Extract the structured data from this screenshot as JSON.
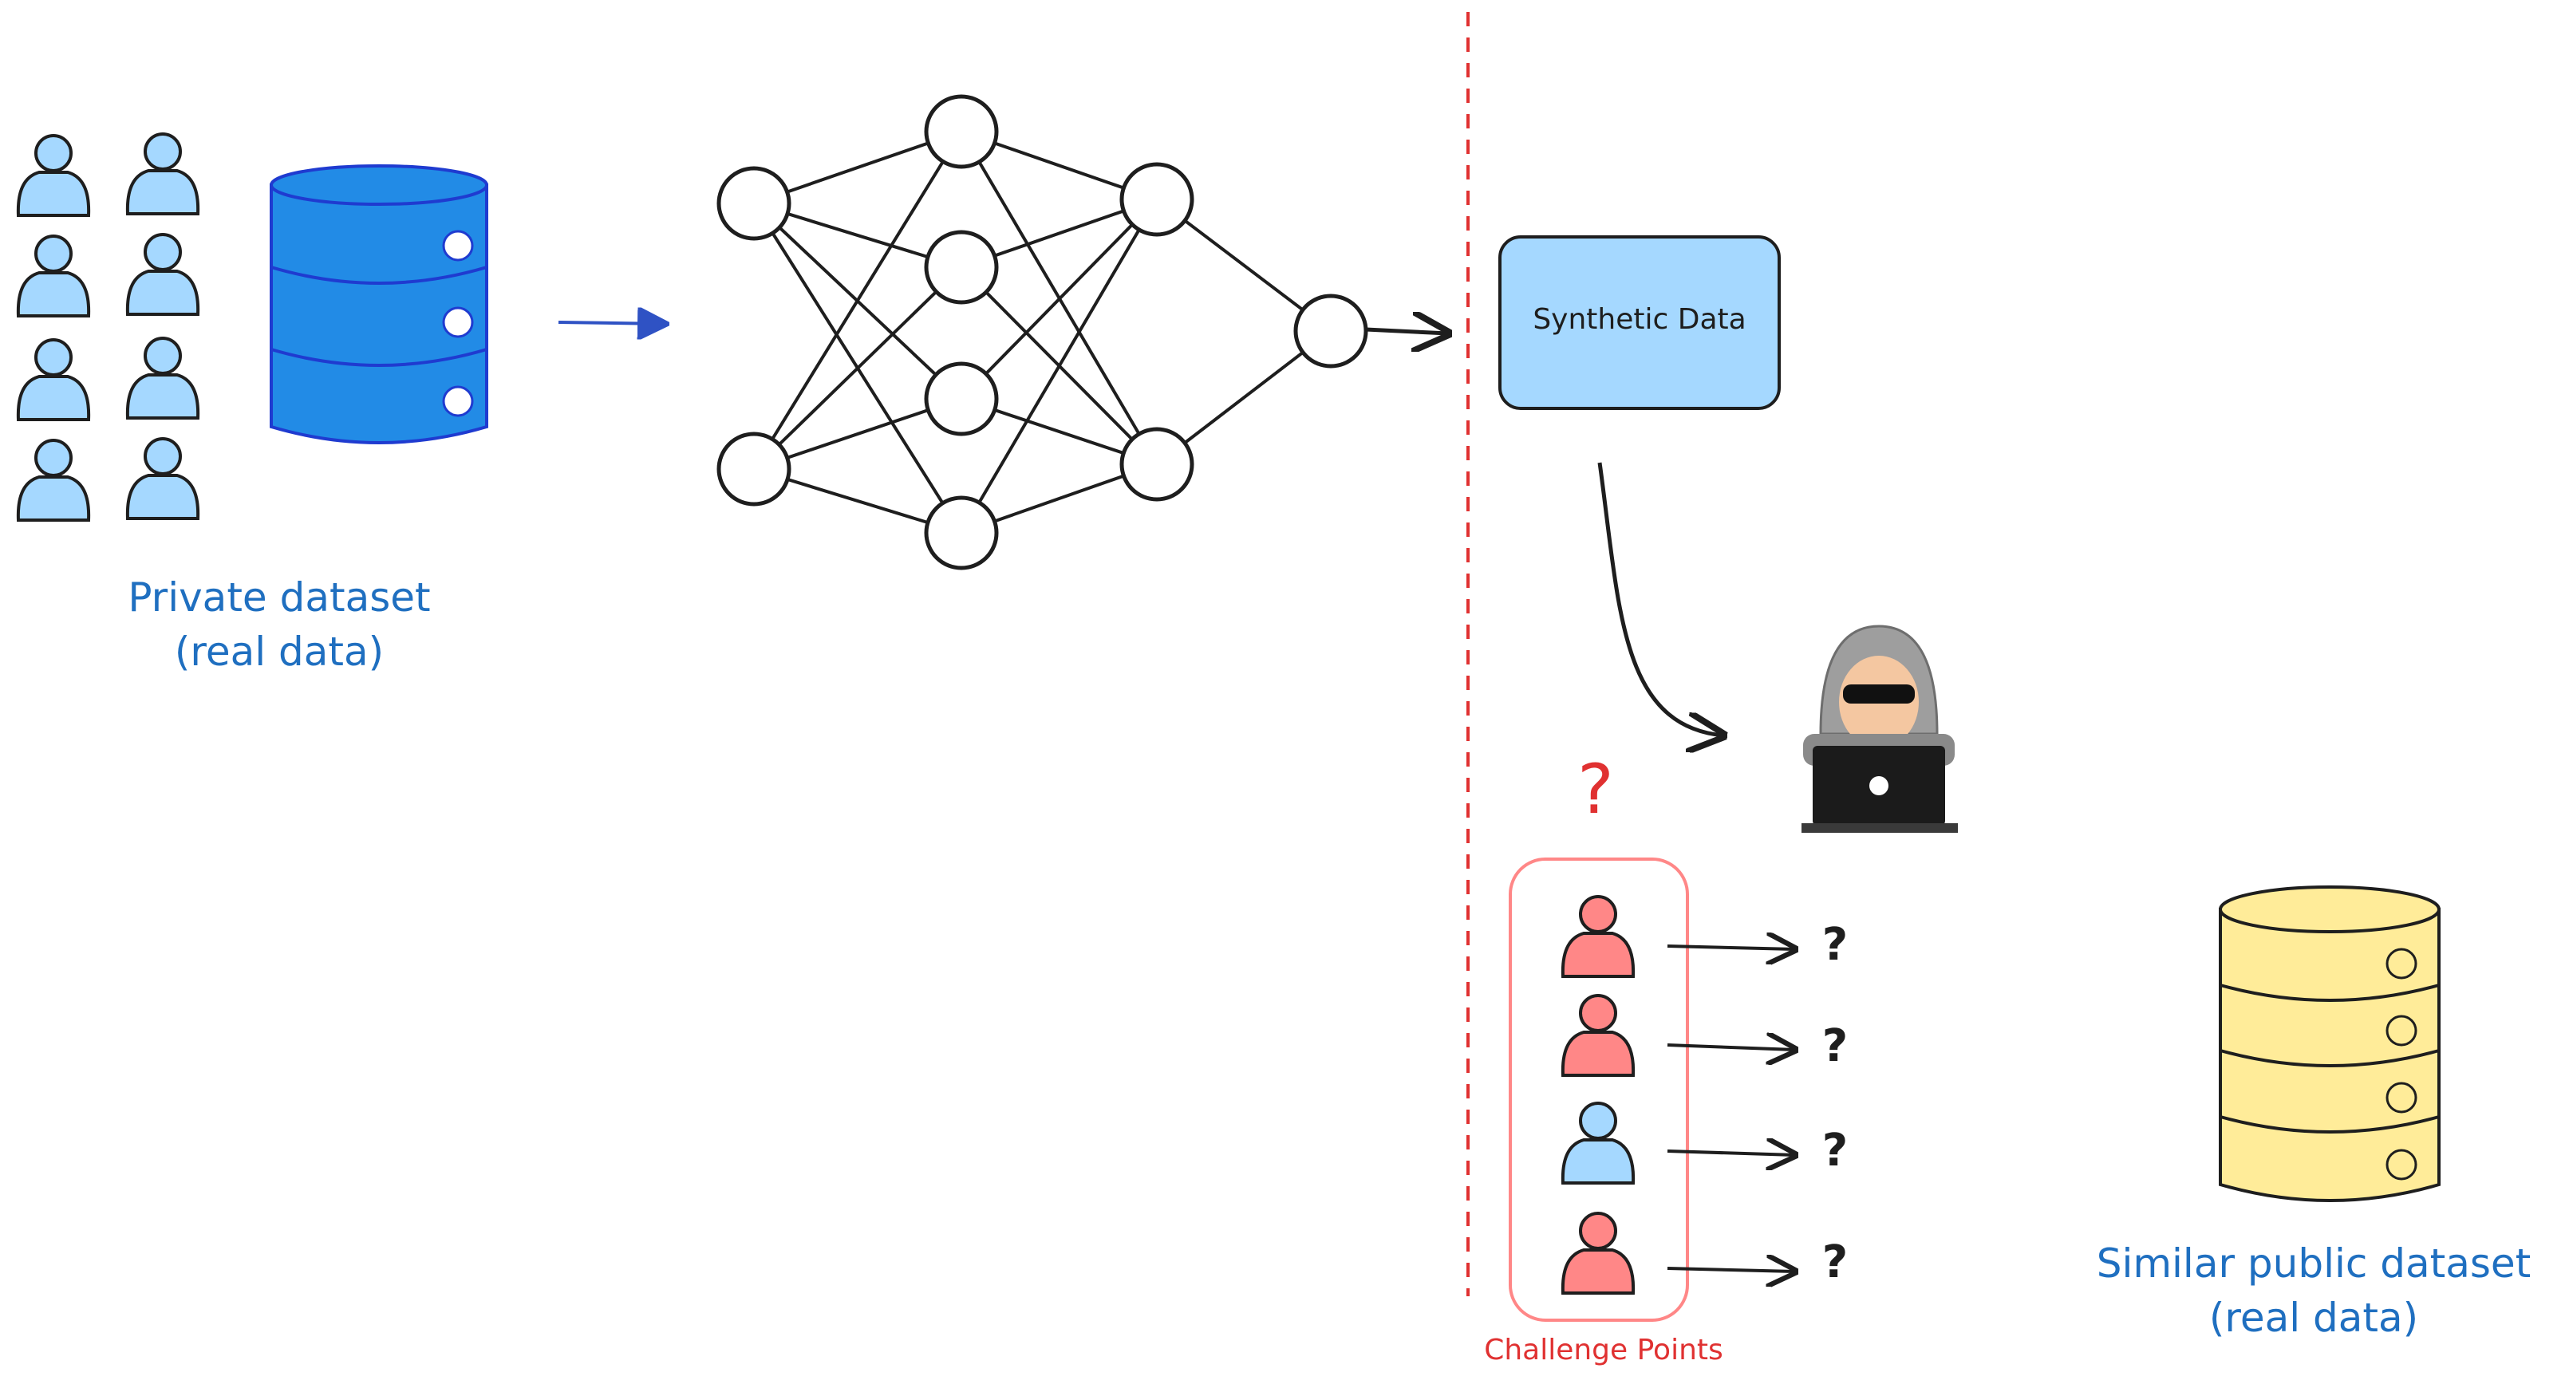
{
  "private_dataset": {
    "line1": "Private dataset",
    "line2": "(real data)"
  },
  "synthetic_data": {
    "label": "Synthetic Data"
  },
  "challenge_points": {
    "label": "Challenge Points",
    "question_mark": "?"
  },
  "membership_questions": [
    "?",
    "?",
    "?",
    "?"
  ],
  "public_dataset": {
    "line1": "Similar public dataset",
    "line2": "(real data)"
  },
  "colors": {
    "person_blue": "#a5d8ff",
    "person_red": "#ff8787",
    "db_blue": "#228be6",
    "db_yellow": "#ffec99",
    "synthetic_fill": "#a5d8ff",
    "divider_red": "#e03131",
    "label_blue": "#1f6fc0",
    "arrow_blue": "#2f52c4"
  },
  "icons": [
    "person-icon",
    "database-icon",
    "neural-network-icon",
    "hacker-icon",
    "laptop-icon",
    "arrow-icon"
  ]
}
